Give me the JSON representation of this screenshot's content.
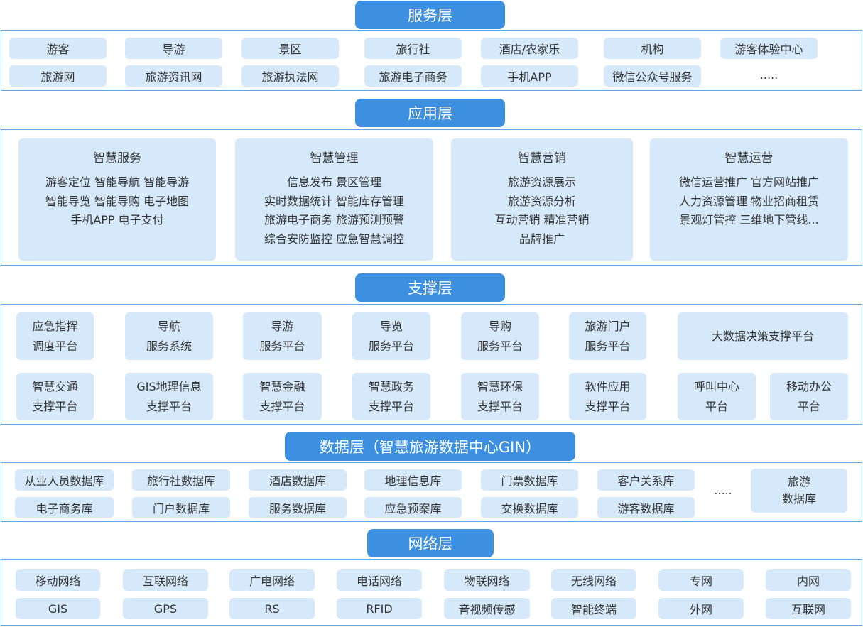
{
  "service": {
    "title": "服务层",
    "row1": [
      "游客",
      "导游",
      "景区",
      "旅行社",
      "酒店/农家乐",
      "机构",
      "游客体验中心"
    ],
    "row2": [
      "旅游网",
      "旅游资讯网",
      "旅游执法网",
      "旅游电子商务",
      "手机APP",
      "微信公众号服务"
    ],
    "more": "....."
  },
  "application": {
    "title": "应用层",
    "cards": [
      {
        "title": "智慧服务",
        "lines": [
          "游客定位  智能导航  智能导游",
          "智能导览  智能导购  电子地图",
          "手机APP  电子支付"
        ]
      },
      {
        "title": "智慧管理",
        "lines": [
          "信息发布  景区管理",
          "实时数据统计  智能库存管理",
          "旅游电子商务  旅游预测预警",
          "综合安防监控  应急智慧调控"
        ]
      },
      {
        "title": "智慧营销",
        "lines": [
          "旅游资源展示",
          "旅游资源分析",
          "互动营销  精准营销",
          "品牌推广"
        ]
      },
      {
        "title": "智慧运营",
        "lines": [
          "微信运营推广  官方网站推广",
          "人力资源管理  物业招商租赁",
          "景观灯管控  三维地下管线..."
        ]
      }
    ]
  },
  "support": {
    "title": "支撑层",
    "row1": [
      {
        "l1": "应急指挥",
        "l2": "调度平台"
      },
      {
        "l1": "导航",
        "l2": "服务系统"
      },
      {
        "l1": "导游",
        "l2": "服务平台"
      },
      {
        "l1": "导览",
        "l2": "服务平台"
      },
      {
        "l1": "导购",
        "l2": "服务平台"
      },
      {
        "l1": "旅游门户",
        "l2": "服务平台"
      }
    ],
    "bigdata": "大数据决策支撑平台",
    "row2": [
      {
        "l1": "智慧交通",
        "l2": "支撑平台"
      },
      {
        "l1": "GIS地理信息",
        "l2": "支撑平台"
      },
      {
        "l1": "智慧金融",
        "l2": "支撑平台"
      },
      {
        "l1": "智慧政务",
        "l2": "支撑平台"
      },
      {
        "l1": "智慧环保",
        "l2": "支撑平台"
      },
      {
        "l1": "软件应用",
        "l2": "支撑平台"
      },
      {
        "l1": "呼叫中心",
        "l2": "平台"
      },
      {
        "l1": "移动办公",
        "l2": "平台"
      }
    ]
  },
  "datalayer": {
    "title": "数据层（智慧旅游数据中心GIN）",
    "row1": [
      "从业人员数据库",
      "旅行社数据库",
      "酒店数据库",
      "地理信息库",
      "门票数据库",
      "客户关系库"
    ],
    "row2": [
      "电子商务库",
      "门户数据库",
      "服务数据库",
      "应急预案库",
      "交换数据库",
      "游客数据库"
    ],
    "more": ".....",
    "tourism_db": {
      "l1": "旅游",
      "l2": "数据库"
    }
  },
  "network": {
    "title": "网络层",
    "row1": [
      "移动网络",
      "互联网络",
      "广电网络",
      "电话网络",
      "物联网络",
      "无线网络",
      "专网",
      "内网"
    ],
    "row2": [
      "GIS",
      "GPS",
      "RS",
      "RFID",
      "音视频传感",
      "智能终端",
      "外网",
      "互联网"
    ]
  },
  "colors": {
    "title_bg": "#3d8fdf",
    "box_bg": "#d6e9fb",
    "frame": "#5da6e6",
    "text": "#333333"
  }
}
